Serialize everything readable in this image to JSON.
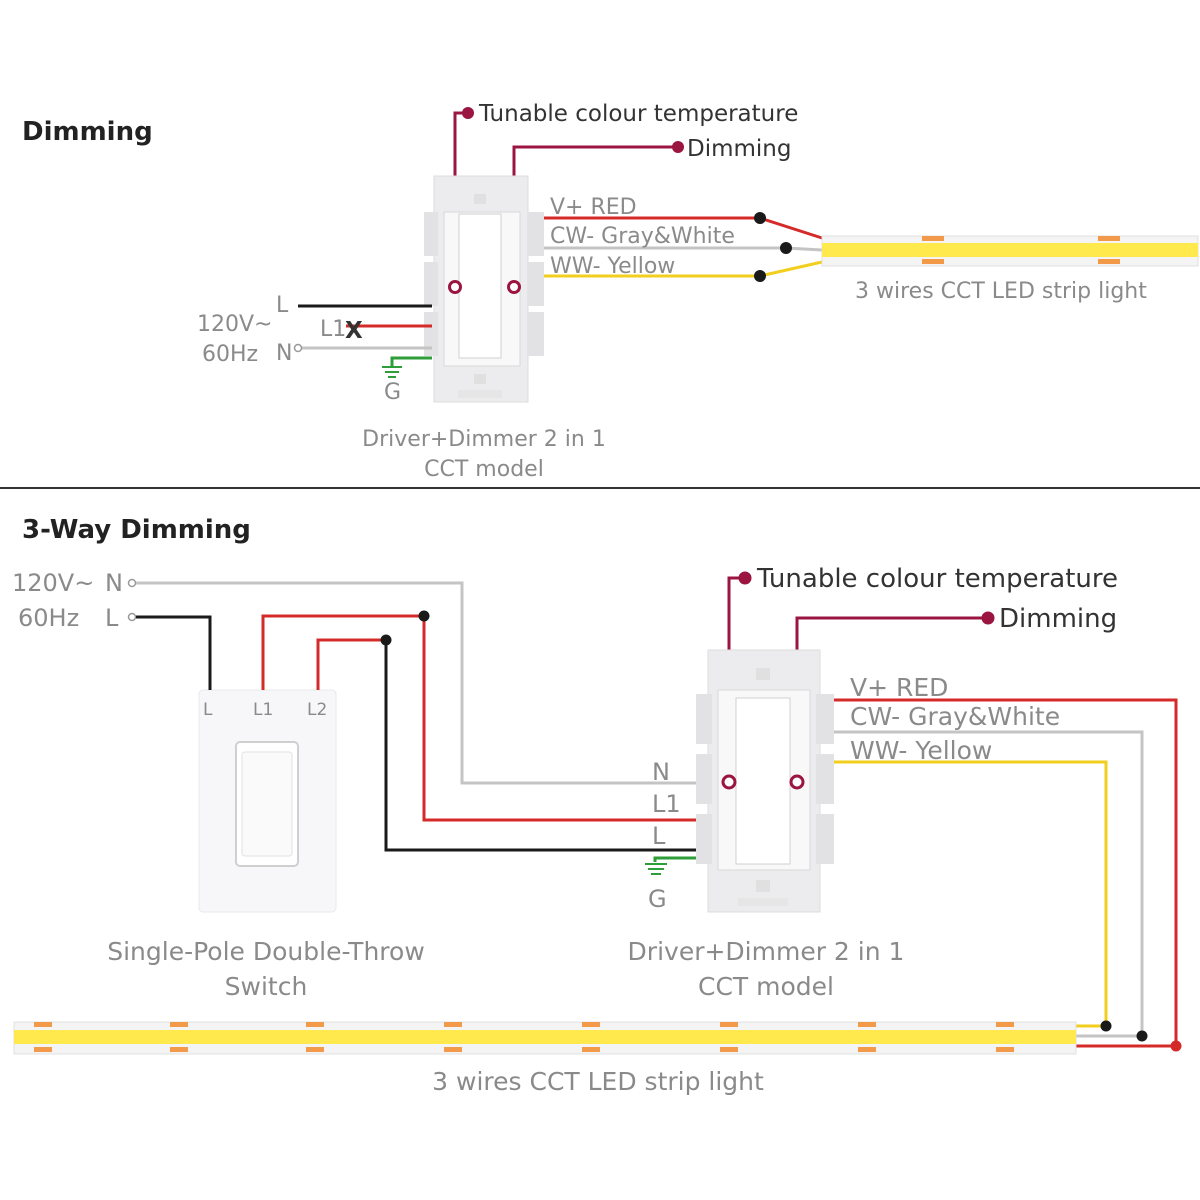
{
  "section1": {
    "title": "Dimming",
    "control_labels": {
      "tunable": "Tunable colour temperature",
      "dimming": "Dimming"
    },
    "wire_labels": {
      "v_plus": "V+  RED",
      "cw": "CW-  Gray&White",
      "ww": "WW-  Yellow"
    },
    "supply": {
      "voltage": "120V~",
      "freq": "60Hz",
      "l": "L",
      "n": "N",
      "l1": "L1",
      "x_mark": "X",
      "ground": "G"
    },
    "strip_label": "3 wires CCT  LED  strip  light",
    "device_caption_1": "Driver+Dimmer 2 in 1",
    "device_caption_2": "CCT model"
  },
  "section2": {
    "title": "3-Way Dimming",
    "control_labels": {
      "tunable": "Tunable colour temperature",
      "dimming": "Dimming"
    },
    "wire_labels": {
      "v_plus": "V+  RED",
      "cw": "CW-  Gray&White",
      "ww": "WW-  Yellow"
    },
    "supply": {
      "voltage": "120V~",
      "freq": "60Hz",
      "n": "N",
      "l": "L"
    },
    "switch_terminals": {
      "l": "L",
      "l1": "L1",
      "l2": "L2"
    },
    "dimmer_terminals": {
      "n": "N",
      "l1": "L1",
      "l": "L",
      "ground": "G"
    },
    "switch_caption_1": "Single-Pole Double-Throw",
    "switch_caption_2": "Switch",
    "device_caption_1": "Driver+Dimmer 2 in 1",
    "device_caption_2": "CCT model",
    "strip_label": "3 wires CCT  LED  strip  light"
  },
  "colors": {
    "red_wire": "#d42a2a",
    "control_wire": "#9b1541",
    "gray_wire": "#c4c4c4",
    "yellow_wire": "#f2cf1c",
    "black_wire": "#1a1a1a",
    "green_wire": "#2e9e3a",
    "strip_yellow": "#ffe94d",
    "strip_pad": "#f29a4a"
  }
}
